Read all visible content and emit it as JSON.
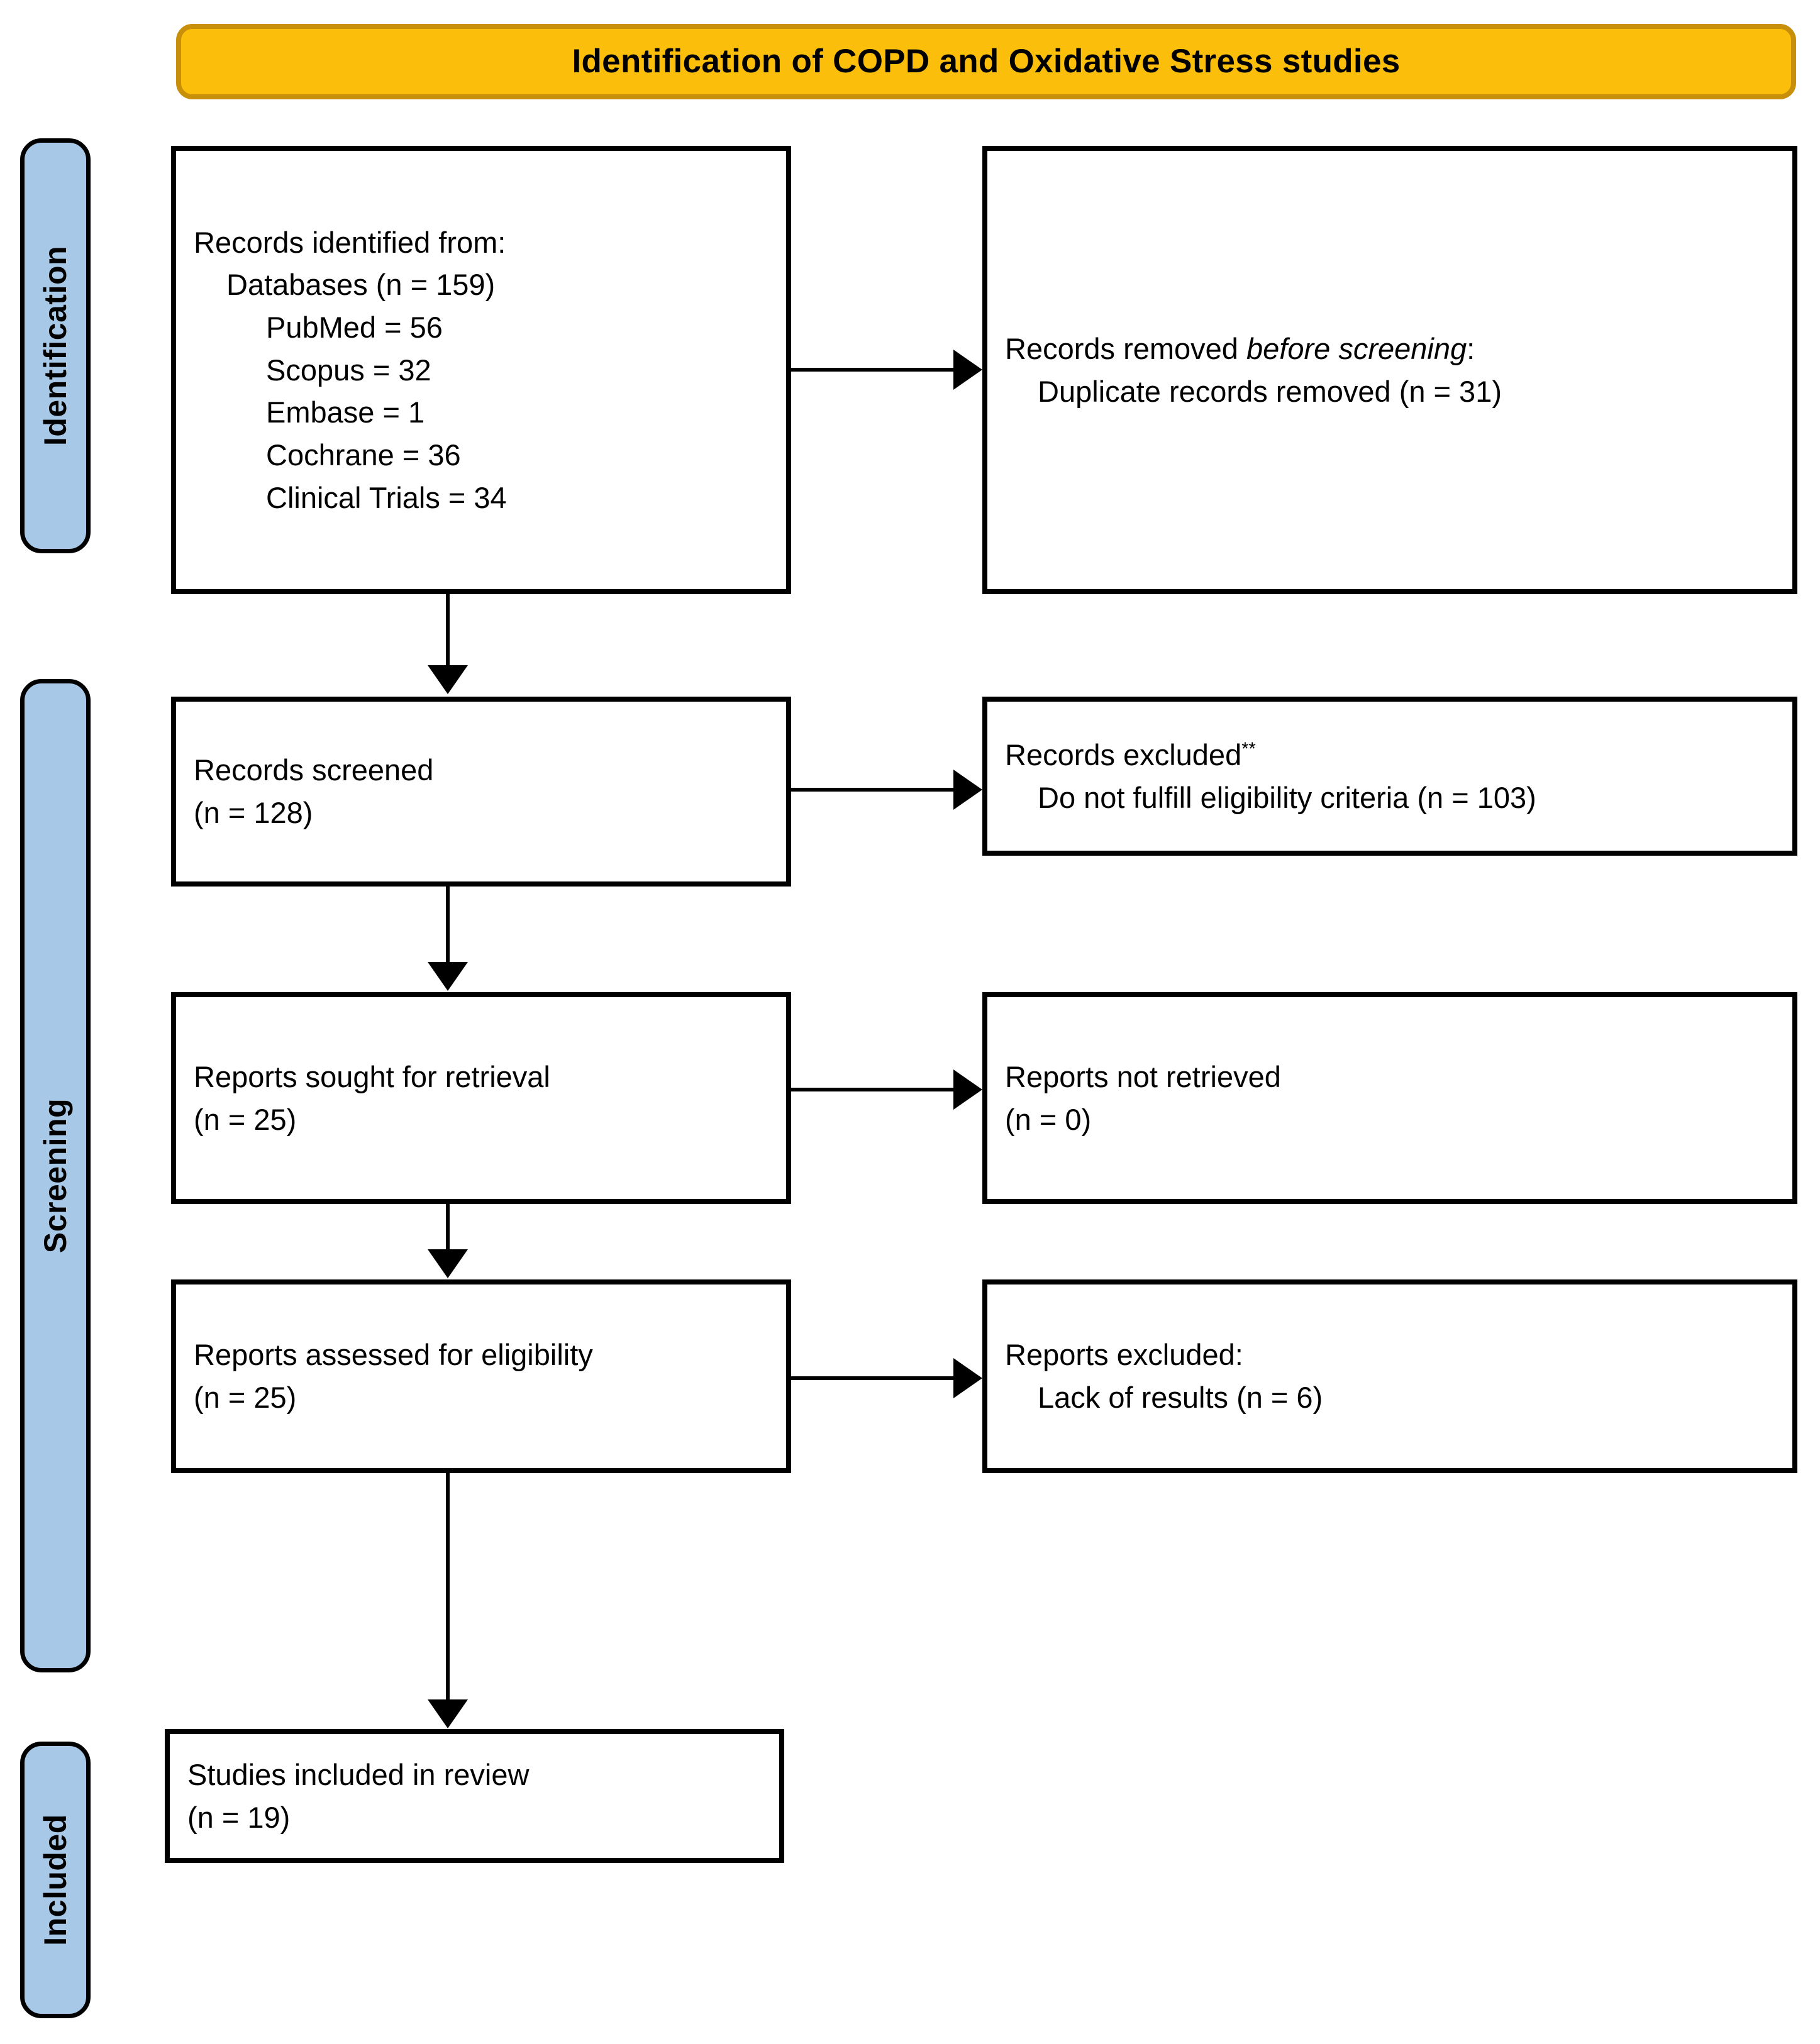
{
  "banner": {
    "title": "Identification of COPD and Oxidative Stress studies",
    "fill_color": "#FBBE0A",
    "border_color": "#C8900A"
  },
  "stages": {
    "color": "#A8C8E8",
    "identification": "Identification",
    "screening": "Screening",
    "included": "Included"
  },
  "boxes": {
    "identified": {
      "lines": [
        "Records identified from:",
        "Databases (n = 159)",
        "PubMed = 56",
        "Scopus = 32",
        "Embase = 1",
        "Cochrane = 36",
        "Clinical Trials = 34"
      ]
    },
    "removed": {
      "line1_prefix": "Records removed ",
      "line1_italic": "before screening",
      "line1_suffix": ":",
      "line2": "Duplicate records removed (n = 31)"
    },
    "screened": {
      "line1": "Records screened",
      "line2": "(n = 128)"
    },
    "excluded": {
      "line1": "Records excluded",
      "line1_marker": "**",
      "line2": "Do not fulfill eligibility criteria (n = 103)"
    },
    "sought": {
      "line1": "Reports sought for retrieval",
      "line2": "(n = 25)"
    },
    "not_retrieved": {
      "line1": "Reports not retrieved",
      "line2": "(n = 0)"
    },
    "assessed": {
      "line1": "Reports assessed for eligibility",
      "line2": "(n = 25)"
    },
    "reports_excluded": {
      "line1": "Reports excluded:",
      "line2": "Lack of results (n = 6)"
    },
    "included": {
      "line1": "Studies included in review",
      "line2": "(n = 19)"
    }
  },
  "chart_data": {
    "type": "diagram",
    "title": "Identification of COPD and Oxidative Stress studies",
    "flow": "PRISMA 2020 flow diagram",
    "nodes": [
      {
        "stage": "Identification",
        "label": "Records identified from Databases",
        "n": 159,
        "sources": [
          {
            "name": "PubMed",
            "n": 56
          },
          {
            "name": "Scopus",
            "n": 32
          },
          {
            "name": "Embase",
            "n": 1
          },
          {
            "name": "Cochrane",
            "n": 36
          },
          {
            "name": "Clinical Trials",
            "n": 34
          }
        ]
      },
      {
        "stage": "Identification",
        "label": "Duplicate records removed before screening",
        "n": 31
      },
      {
        "stage": "Screening",
        "label": "Records screened",
        "n": 128
      },
      {
        "stage": "Screening",
        "label": "Records excluded - Do not fulfill eligibility criteria",
        "n": 103
      },
      {
        "stage": "Screening",
        "label": "Reports sought for retrieval",
        "n": 25
      },
      {
        "stage": "Screening",
        "label": "Reports not retrieved",
        "n": 0
      },
      {
        "stage": "Screening",
        "label": "Reports assessed for eligibility",
        "n": 25
      },
      {
        "stage": "Screening",
        "label": "Reports excluded - Lack of results",
        "n": 6
      },
      {
        "stage": "Included",
        "label": "Studies included in review",
        "n": 19
      }
    ]
  }
}
